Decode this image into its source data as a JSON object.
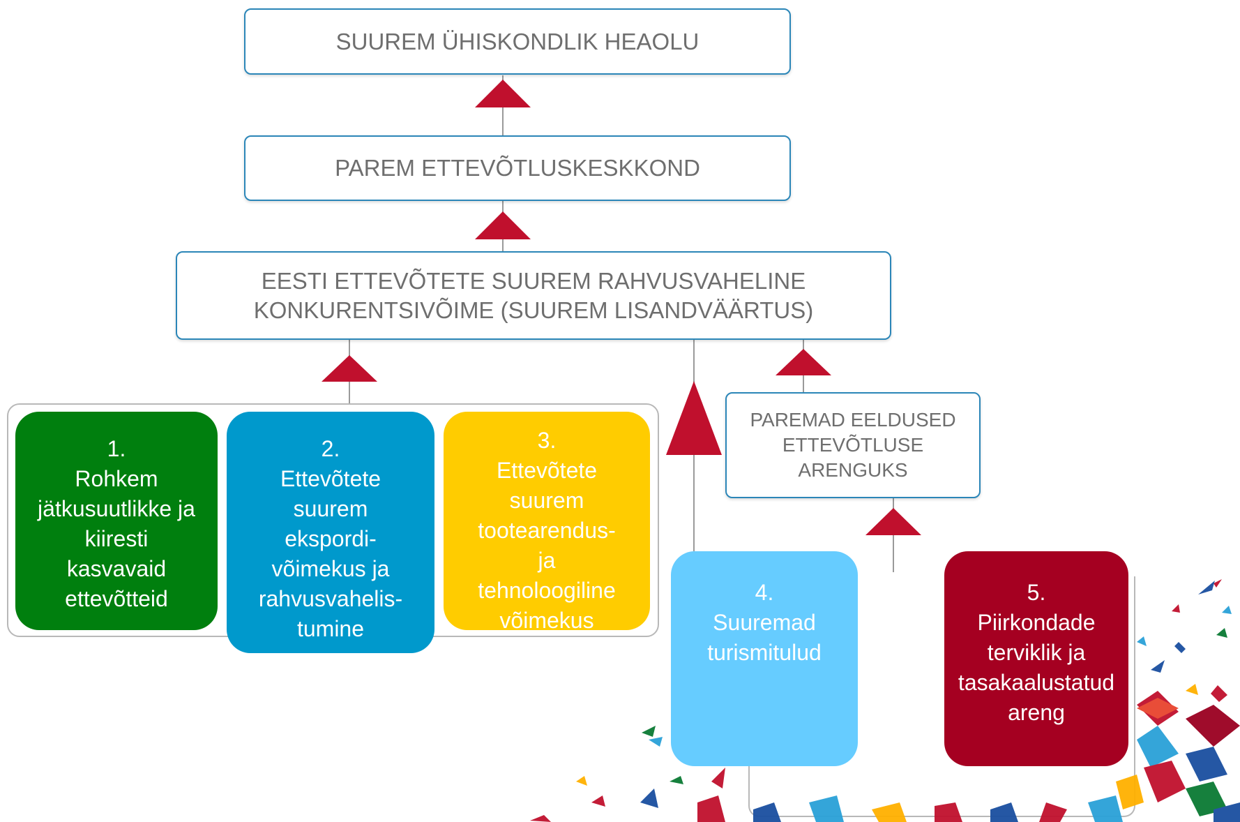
{
  "boxes": {
    "top": "SUUREM ÜHISKONDLIK HEAOLU",
    "middle": "PAREM ETTEVÕTLUSKESKKOND",
    "competitiveness": "EESTI ETTEVÕTETE SUUREM RAHVUSVAHELINE\nKONKURENTSIVÕIME (SUUREM LISANDVÄÄRTUS)",
    "preconditions": "PAREMAD EELDUSED\nETTEVÕTLUSE\nARENGUKS"
  },
  "goals": [
    {
      "text": "1.\nRohkem\njätkusuutlikke ja\nkiiresti\nkasvavaid\nettevõtteid",
      "color": "#007f0e"
    },
    {
      "text": "2.\nEttevõtete\nsuurem\nekspordi-\nvõimekus ja\nrahvusvahelis-\ntumine",
      "color": "#0099cc"
    },
    {
      "text": "3.\nEttevõtete\nsuurem\ntootearendus-\nja\ntehnoloogiline\nvõimekus",
      "color": "#ffcc00"
    },
    {
      "text": "4.\nSuuremad\nturismitulud",
      "color": "#66ccff"
    },
    {
      "text": "5.\nPiirkondade\nterviklik ja\ntasakaalustatud\nareng",
      "color": "#a50021"
    }
  ],
  "colors": {
    "arrow": "#c0102d",
    "box_border": "#2b86b8",
    "connector": "#9a9a9a"
  }
}
